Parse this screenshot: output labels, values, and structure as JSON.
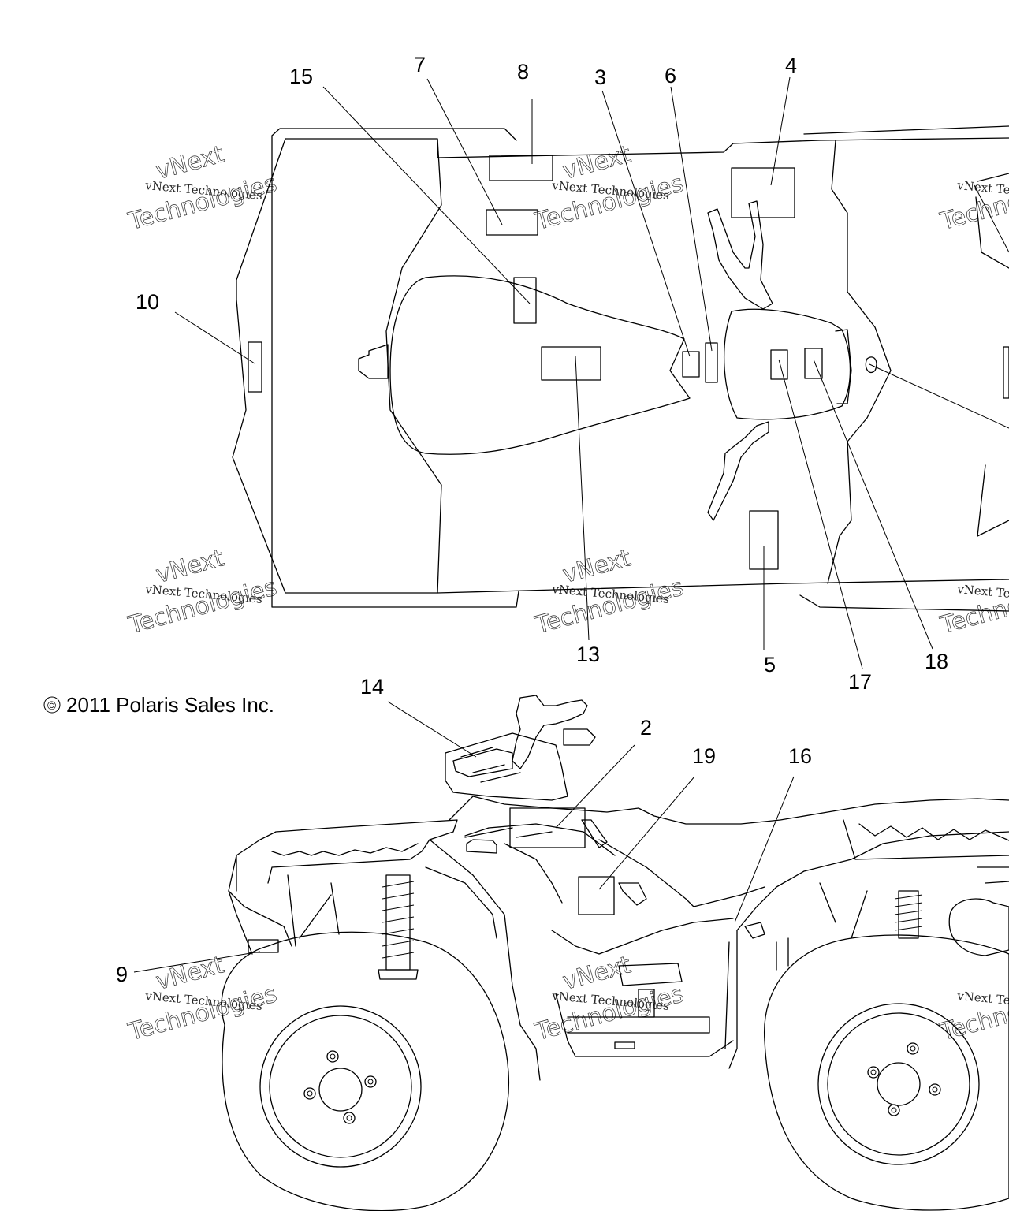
{
  "copyright": "2011 Polaris Sales Inc.",
  "copyright_symbol": "©",
  "watermark": {
    "line1": "vNext Technologies",
    "line2": "vNext",
    "line3": "Technologies"
  },
  "callouts": {
    "c2": "2",
    "c3": "3",
    "c4": "4",
    "c5": "5",
    "c6": "6",
    "c7": "7",
    "c8": "8",
    "c9": "9",
    "c10": "10",
    "c13": "13",
    "c14": "14",
    "c15": "15",
    "c16": "16",
    "c17": "17",
    "c18": "18",
    "c19": "19"
  },
  "views": [
    "top-view",
    "side-view"
  ],
  "colors": {
    "line": "#000000",
    "background": "#ffffff"
  }
}
